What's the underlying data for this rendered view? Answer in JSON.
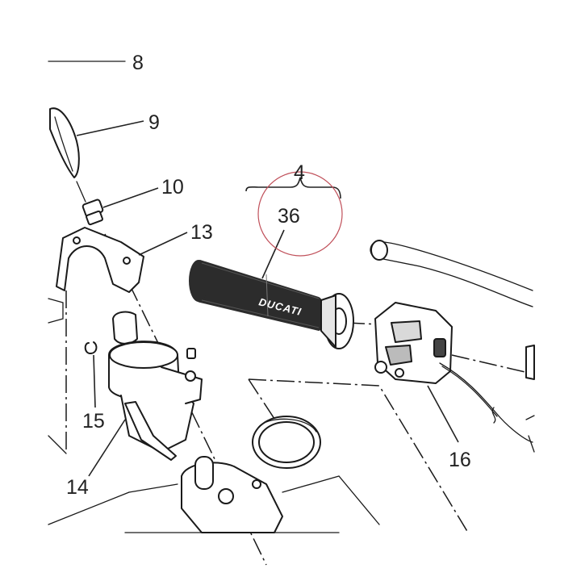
{
  "callouts": {
    "c8": "8",
    "c9": "9",
    "c10": "10",
    "c13": "13",
    "c4": "4",
    "c36": "36",
    "c15": "15",
    "c14": "14",
    "c16": "16"
  },
  "grip_brand": "DUCATI",
  "colors": {
    "line": "#1a1a1a",
    "highlight_circle": "#c0505a",
    "grip": "#2c2c2c"
  }
}
